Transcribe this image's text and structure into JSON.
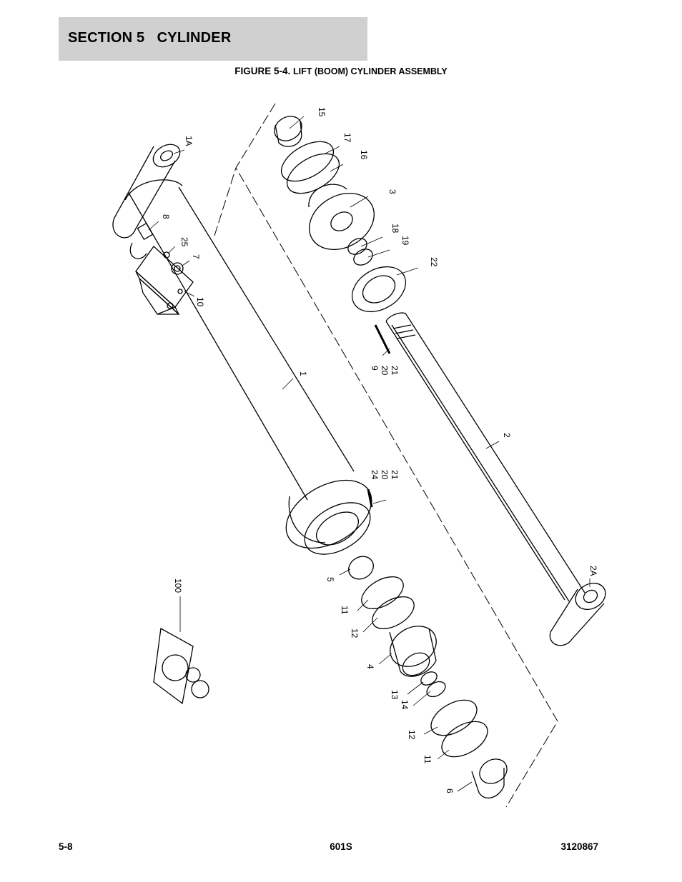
{
  "header": {
    "section_title": "SECTION 5   CYLINDER"
  },
  "figure": {
    "number": "FIGURE 5-4.",
    "title": "LIFT (BOOM) CYLINDER ASSEMBLY"
  },
  "callouts": {
    "c15": "15",
    "c17": "17",
    "c16": "16",
    "c3": "3",
    "c18": "18",
    "c19": "19",
    "c22": "22",
    "c9": "9",
    "c20a": "20",
    "c21a": "21",
    "c1a": "1A",
    "c8": "8",
    "c25": "25",
    "c7": "7",
    "c10": "10",
    "c1": "1",
    "c2": "2",
    "c24": "24",
    "c20b": "20",
    "c21b": "21",
    "c5": "5",
    "c11a": "11",
    "c12a": "12",
    "c4": "4",
    "c13": "13",
    "c14": "14",
    "c12b": "12",
    "c11b": "11",
    "c6": "6",
    "c2a": "2A",
    "c100": "100"
  },
  "footer": {
    "page": "5-8",
    "model": "601S",
    "manual_number": "3120867"
  }
}
